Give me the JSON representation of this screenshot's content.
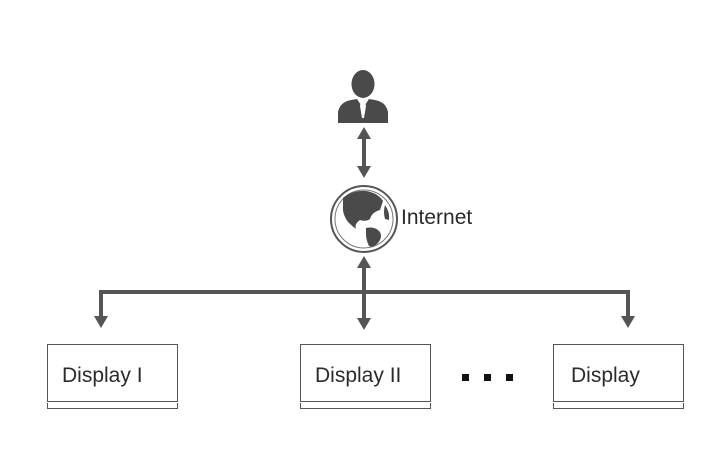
{
  "internet_label": "Internet",
  "displays": [
    {
      "label": "Display I"
    },
    {
      "label": "Display II"
    },
    {
      "label": "Display"
    }
  ],
  "icons": {
    "user": "person-icon",
    "globe": "globe-icon"
  },
  "colors": {
    "line": "#555555",
    "icon": "#4a4a4a"
  }
}
